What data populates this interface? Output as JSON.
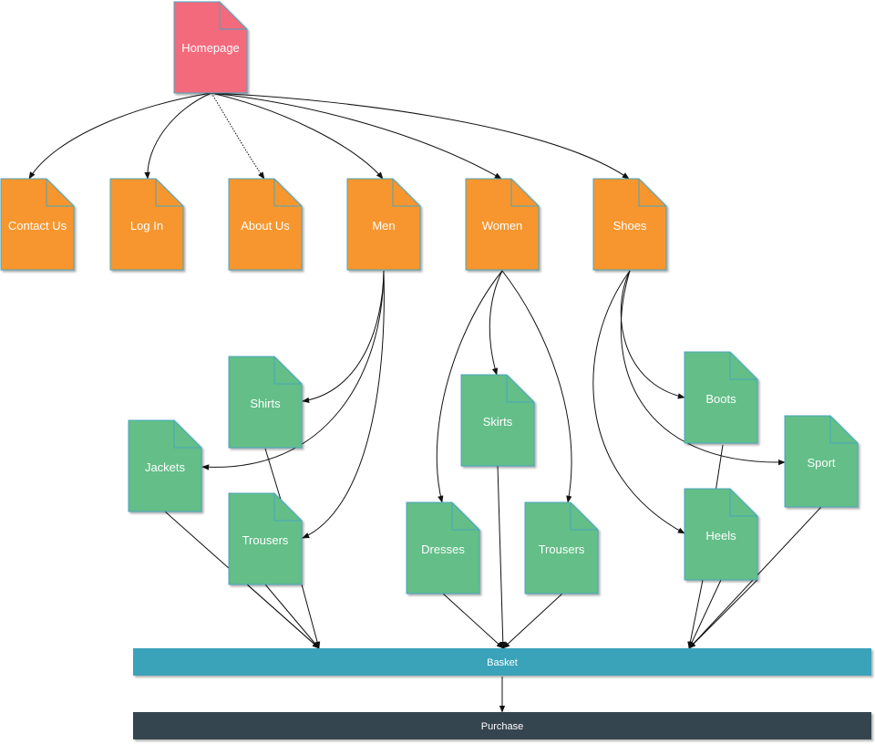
{
  "diagram": {
    "pages": {
      "homepage": "Homepage",
      "contact_us": "Contact Us",
      "log_in": "Log In",
      "about_us": "About Us",
      "men": "Men",
      "women": "Women",
      "shoes": "Shoes",
      "men_shirts": "Shirts",
      "men_jackets": "Jackets",
      "men_trousers": "Trousers",
      "women_skirts": "Skirts",
      "women_dresses": "Dresses",
      "women_trousers": "Trousers",
      "shoes_boots": "Boots",
      "shoes_sport": "Sport",
      "shoes_heels": "Heels"
    },
    "bars": {
      "basket": "Basket",
      "purchase": "Purchase"
    },
    "colors": {
      "homepage": "#f36b7b",
      "section": "#f7962f",
      "subpage": "#63be88",
      "basket": "#3aa3b9",
      "purchase": "#36454f",
      "page_border": "#4aa6bd"
    }
  }
}
